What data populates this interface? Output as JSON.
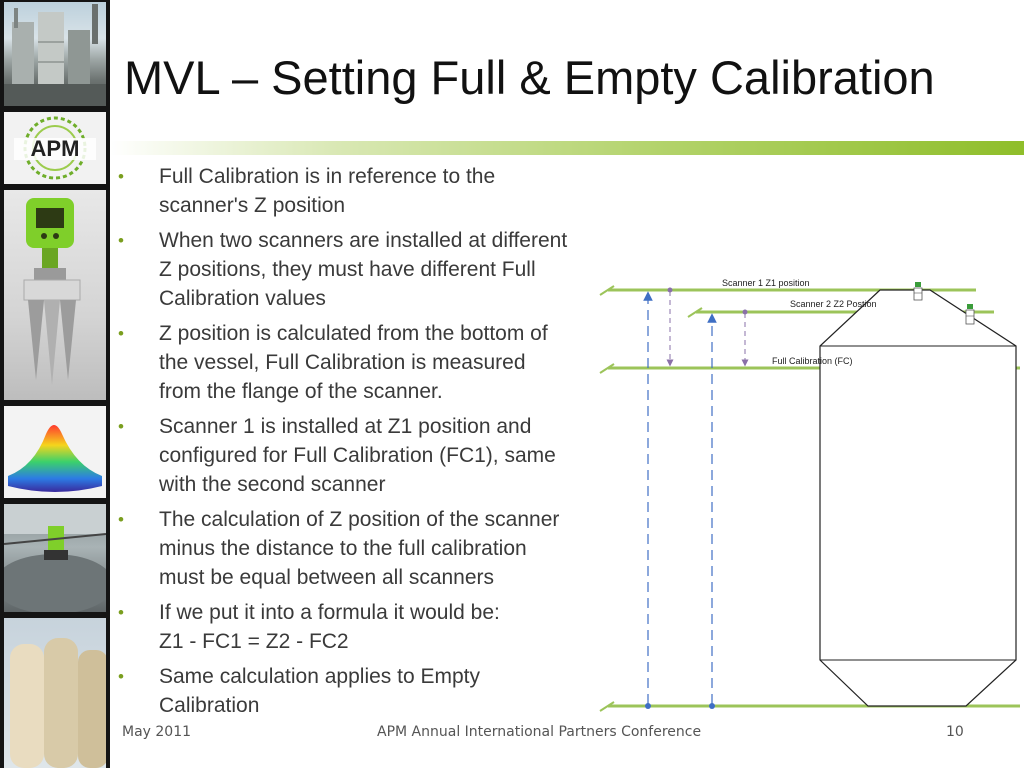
{
  "slide": {
    "title": "MVL – Setting Full & Empty Calibration",
    "bullets": [
      {
        "text": "Full Calibration is in reference to the\nscanner's Z position"
      },
      {
        "text": "When two scanners are installed at different\nZ positions, they must have different Full\nCalibration values"
      },
      {
        "text": "Z position is calculated from the bottom of\nthe vessel, Full Calibration is measured\nfrom the flange of the scanner."
      },
      {
        "text": "Scanner 1 is installed at Z1 position and\nconfigured for Full Calibration (FC1), same\nwith the second scanner"
      },
      {
        "text": "The calculation of Z position of the scanner\nminus the distance to the full calibration\nmust be equal between all scanners"
      },
      {
        "text": "If we put it into a formula it would be:\nZ1 - FC1 = Z2 - FC2"
      },
      {
        "text": "Same calculation applies to Empty\nCalibration"
      }
    ],
    "bullet_char": "•"
  },
  "diagram": {
    "labels": {
      "scanner1": "Scanner 1 Z1 position",
      "scanner2": "Scanner 2 Z2 Postion",
      "full_calibration": "Full Calibration (FC)"
    },
    "colors": {
      "line": "#9cc45a",
      "arrow_blue": "#3f6fc4",
      "arrow_purple": "#8a70a8",
      "vessel": "#222222"
    }
  },
  "sidebar": {
    "logo_text": "APM",
    "images": [
      "silo-plant-photo",
      "apm-logo",
      "green-3d-scanner-device",
      "3d-surface-map",
      "installed-scanner-photo",
      "white-silos-photo"
    ]
  },
  "footer": {
    "date": "May 2011",
    "conference": "APM Annual International Partners Conference",
    "page": "10"
  },
  "theme": {
    "accent": "#8fbe2a",
    "text": "#3a3a3a",
    "title": "#111111"
  }
}
